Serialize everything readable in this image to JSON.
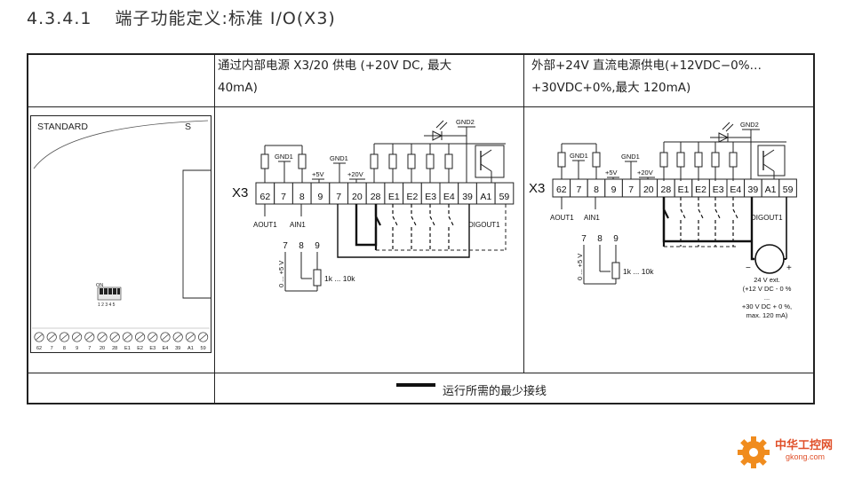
{
  "section": {
    "number": "4.3.4.1",
    "title": "端子功能定义:标准 I/O(X3)"
  },
  "columns": {
    "internal_supply": {
      "line1": "通过内部电源 X3/20 供电 (+20V DC, 最大",
      "line2": "40mA)"
    },
    "external_supply": {
      "line1": "外部+24V 直流电源供电(+12VDC−0%…",
      "line2": "+30VDC+0%,最大 120mA)"
    }
  },
  "device_panel": {
    "left_label": "STANDARD",
    "right_label": "S",
    "dip_label": "ON",
    "dip_numbers": "1 2 3 4 5",
    "terminals": [
      "62",
      "7",
      "8",
      "9",
      "7",
      "20",
      "28",
      "E1",
      "E2",
      "E3",
      "E4",
      "39",
      "A1",
      "59"
    ]
  },
  "wiring": {
    "block_label": "X3",
    "terminals": [
      "62",
      "7",
      "8",
      "9",
      "7",
      "20",
      "28",
      "E1",
      "E2",
      "E3",
      "E4",
      "39",
      "A1",
      "59"
    ],
    "gnd1": "GND1",
    "gnd2": "GND2",
    "plus5v": "+5V",
    "plus20v": "+20V",
    "aout1": "AOUT1",
    "ain1": "AIN1",
    "digout1": "DIGOUT1",
    "pot_terminals": [
      "7",
      "8",
      "9"
    ],
    "pot_range": "0 ... +5 V",
    "pot_value": "1k ... 10k",
    "ext_supply_label": [
      "24 V ext.",
      "(+12 V DC - 0 %",
      "...",
      "+30 V DC + 0 %,",
      "max. 120 mA)"
    ],
    "minus": "−",
    "plus": "+"
  },
  "legend": {
    "text": "运行所需的最少接线"
  },
  "watermark": {
    "name": "中华工控网",
    "domain": "gkong.com"
  },
  "colors": {
    "line": "#222222",
    "watermark_orange": "#f08c1e",
    "watermark_text": "#e0502a"
  }
}
